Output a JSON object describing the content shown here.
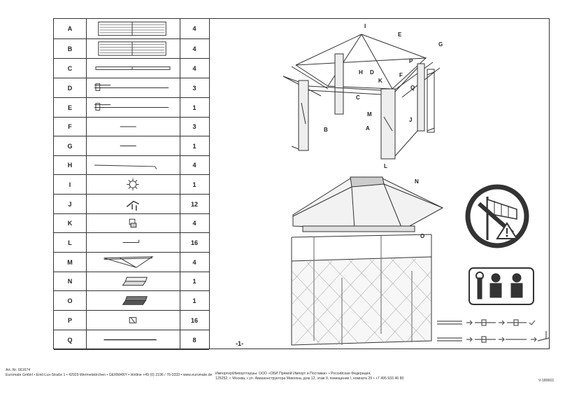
{
  "parts": [
    {
      "letter": "A",
      "qty": "4",
      "icon": "wall-panel-icon"
    },
    {
      "letter": "B",
      "qty": "4",
      "icon": "wall-panel-icon"
    },
    {
      "letter": "C",
      "qty": "4",
      "icon": "beam-icon"
    },
    {
      "letter": "D",
      "qty": "3",
      "icon": "ridge-pole-icon"
    },
    {
      "letter": "E",
      "qty": "1",
      "icon": "ridge-pole-icon"
    },
    {
      "letter": "F",
      "qty": "3",
      "icon": "short-rod-icon"
    },
    {
      "letter": "G",
      "qty": "1",
      "icon": "short-rod-icon"
    },
    {
      "letter": "H",
      "qty": "4",
      "icon": "long-rod-icon"
    },
    {
      "letter": "I",
      "qty": "1",
      "icon": "top-connector-icon"
    },
    {
      "letter": "J",
      "qty": "12",
      "icon": "joint-connector-icon"
    },
    {
      "letter": "K",
      "qty": "4",
      "icon": "corner-connector-icon"
    },
    {
      "letter": "L",
      "qty": "16",
      "icon": "ground-peg-icon"
    },
    {
      "letter": "M",
      "qty": "4",
      "icon": "corner-brace-icon"
    },
    {
      "letter": "N",
      "qty": "1",
      "icon": "roof-cover-icon"
    },
    {
      "letter": "O",
      "qty": "1",
      "icon": "mesh-curtain-icon"
    },
    {
      "letter": "P",
      "qty": "16",
      "icon": "clip-icon"
    },
    {
      "letter": "Q",
      "qty": "8",
      "icon": "rod-icon"
    }
  ],
  "frame_labels": [
    "I",
    "E",
    "G",
    "P",
    "H",
    "D",
    "F",
    "K",
    "Q",
    "C",
    "M",
    "J",
    "B",
    "A",
    "L"
  ],
  "cover_labels": [
    "N",
    "O"
  ],
  "page_number": "-1-",
  "warning_icons": [
    "windsock-icon",
    "warning-triangle-icon"
  ],
  "tool_icons": [
    "wrench-icon",
    "two-persons-icon"
  ],
  "footer": {
    "art_no": "Art.-Nr. 661674",
    "company": "Euromate GmbH • Emil-Lux-Straße 1 • 42929 Wermelskirchen • GERMANY • Hotline +49 (0) 2196 / 76-3333 • www.euromate.de",
    "importer_line1": "Импортер/Импорттаушы: ООО «ОБИ Прямой Импорт и Поставки» • Российская Федерация,",
    "importer_line2": "125252, г. Москва, • ул. Авиаконструктора Микояна, дом 12, этаж 9, помещение I, комната 29 • +7 495 933 46 80",
    "version": "V-180601"
  },
  "colors": {
    "line": "#333333",
    "panel_fill": "#e8e8e8",
    "icon_grey": "#555555"
  }
}
